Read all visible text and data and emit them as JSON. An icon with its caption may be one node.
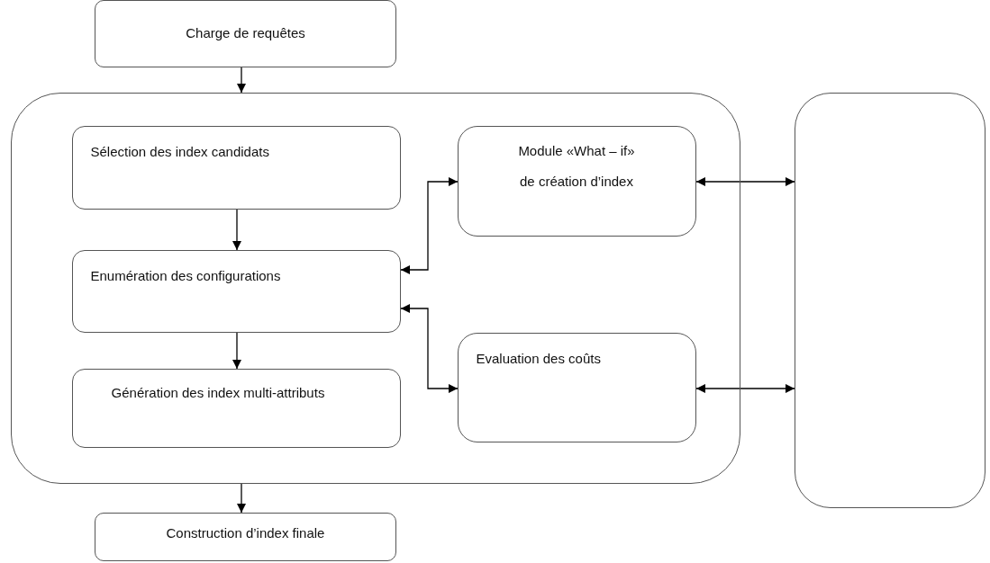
{
  "diagram": {
    "nodes": [
      {
        "text": [
          "Charge de requêtes"
        ]
      },
      {
        "text": [],
        "shape": "box"
      },
      {
        "text": [
          "Sélection des index candidats"
        ],
        "in": 1
      },
      {
        "text": [
          "Module «What – if» de création d’index"
        ],
        "in": 1
      },
      {
        "text": [
          "Enumération des configurations"
        ],
        "in": 1
      },
      {
        "text": [
          "Génération des index multi-attributs"
        ],
        "in": 1
      },
      {
        "text": [
          "Evaluation des coûts"
        ],
        "in": 1
      },
      {
        "text": [],
        "shape": "box"
      },
      {
        "text": [
          "Construction d’index finale"
        ]
      }
    ],
    "edges": [
      {
        "from": 0,
        "to": 1,
        "arrow": "to"
      },
      {
        "from": 2,
        "to": 4,
        "arrow": "to"
      },
      {
        "from": 4,
        "to": 5,
        "arrow": "to"
      },
      {
        "from": 4,
        "to": 3,
        "arrow": "both"
      },
      {
        "from": 4,
        "to": 6,
        "arrow": "both"
      },
      {
        "from": 3,
        "to": 7,
        "arrow": "both"
      },
      {
        "from": 6,
        "to": 7,
        "arrow": "both"
      },
      {
        "from": 1,
        "to": 8,
        "arrow": "to"
      }
    ]
  }
}
